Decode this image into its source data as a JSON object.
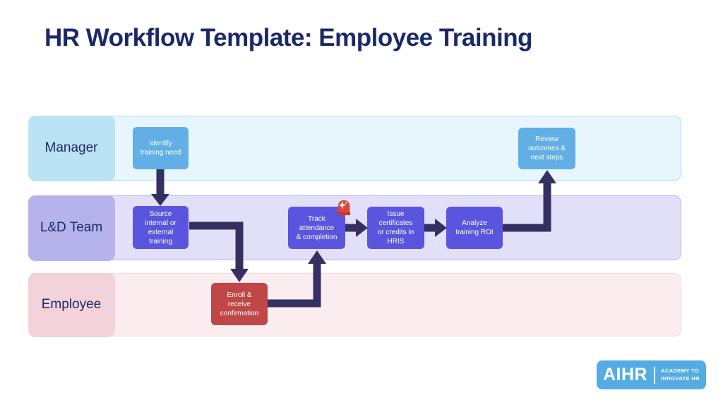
{
  "title": "HR Workflow Template: Employee Training",
  "lanes": [
    {
      "label": "Manager"
    },
    {
      "label": "L&D Team"
    },
    {
      "label": "Employee"
    }
  ],
  "steps": {
    "identify": "Identify\ntraining need",
    "review": "Review\noutcomes &\nnext steps",
    "source": "Source\ninternal or\nexternal\ntraining",
    "track": "Track\nattendance\n& completion",
    "issue": "Issue\ncertificates\nor credits in\nHRIS",
    "analyze": "Analyze\ntraining ROI",
    "enroll": "Enroll &\nreceive\nconfirmation"
  },
  "icons": {
    "track_badge": "siren-alert"
  },
  "logo": {
    "brand": "AIHR",
    "tagline_line1": "ACADEMY TO",
    "tagline_line2": "INNOVATE HR"
  },
  "colors": {
    "title_navy": "#1B2A67",
    "arrow": "#352F62",
    "blue_step": "#61AFE5",
    "purple_step": "#5A55DE",
    "red_step": "#BF4747",
    "manager_label_bg": "#BCE2F6",
    "manager_lane_bg": "#E7F6FD",
    "ld_label_bg": "#B6B2EB",
    "ld_lane_bg": "#E2E0F8",
    "employee_label_bg": "#F3D2D9",
    "employee_lane_bg": "#FAECEF",
    "logo_bg": "#55ACE4"
  }
}
